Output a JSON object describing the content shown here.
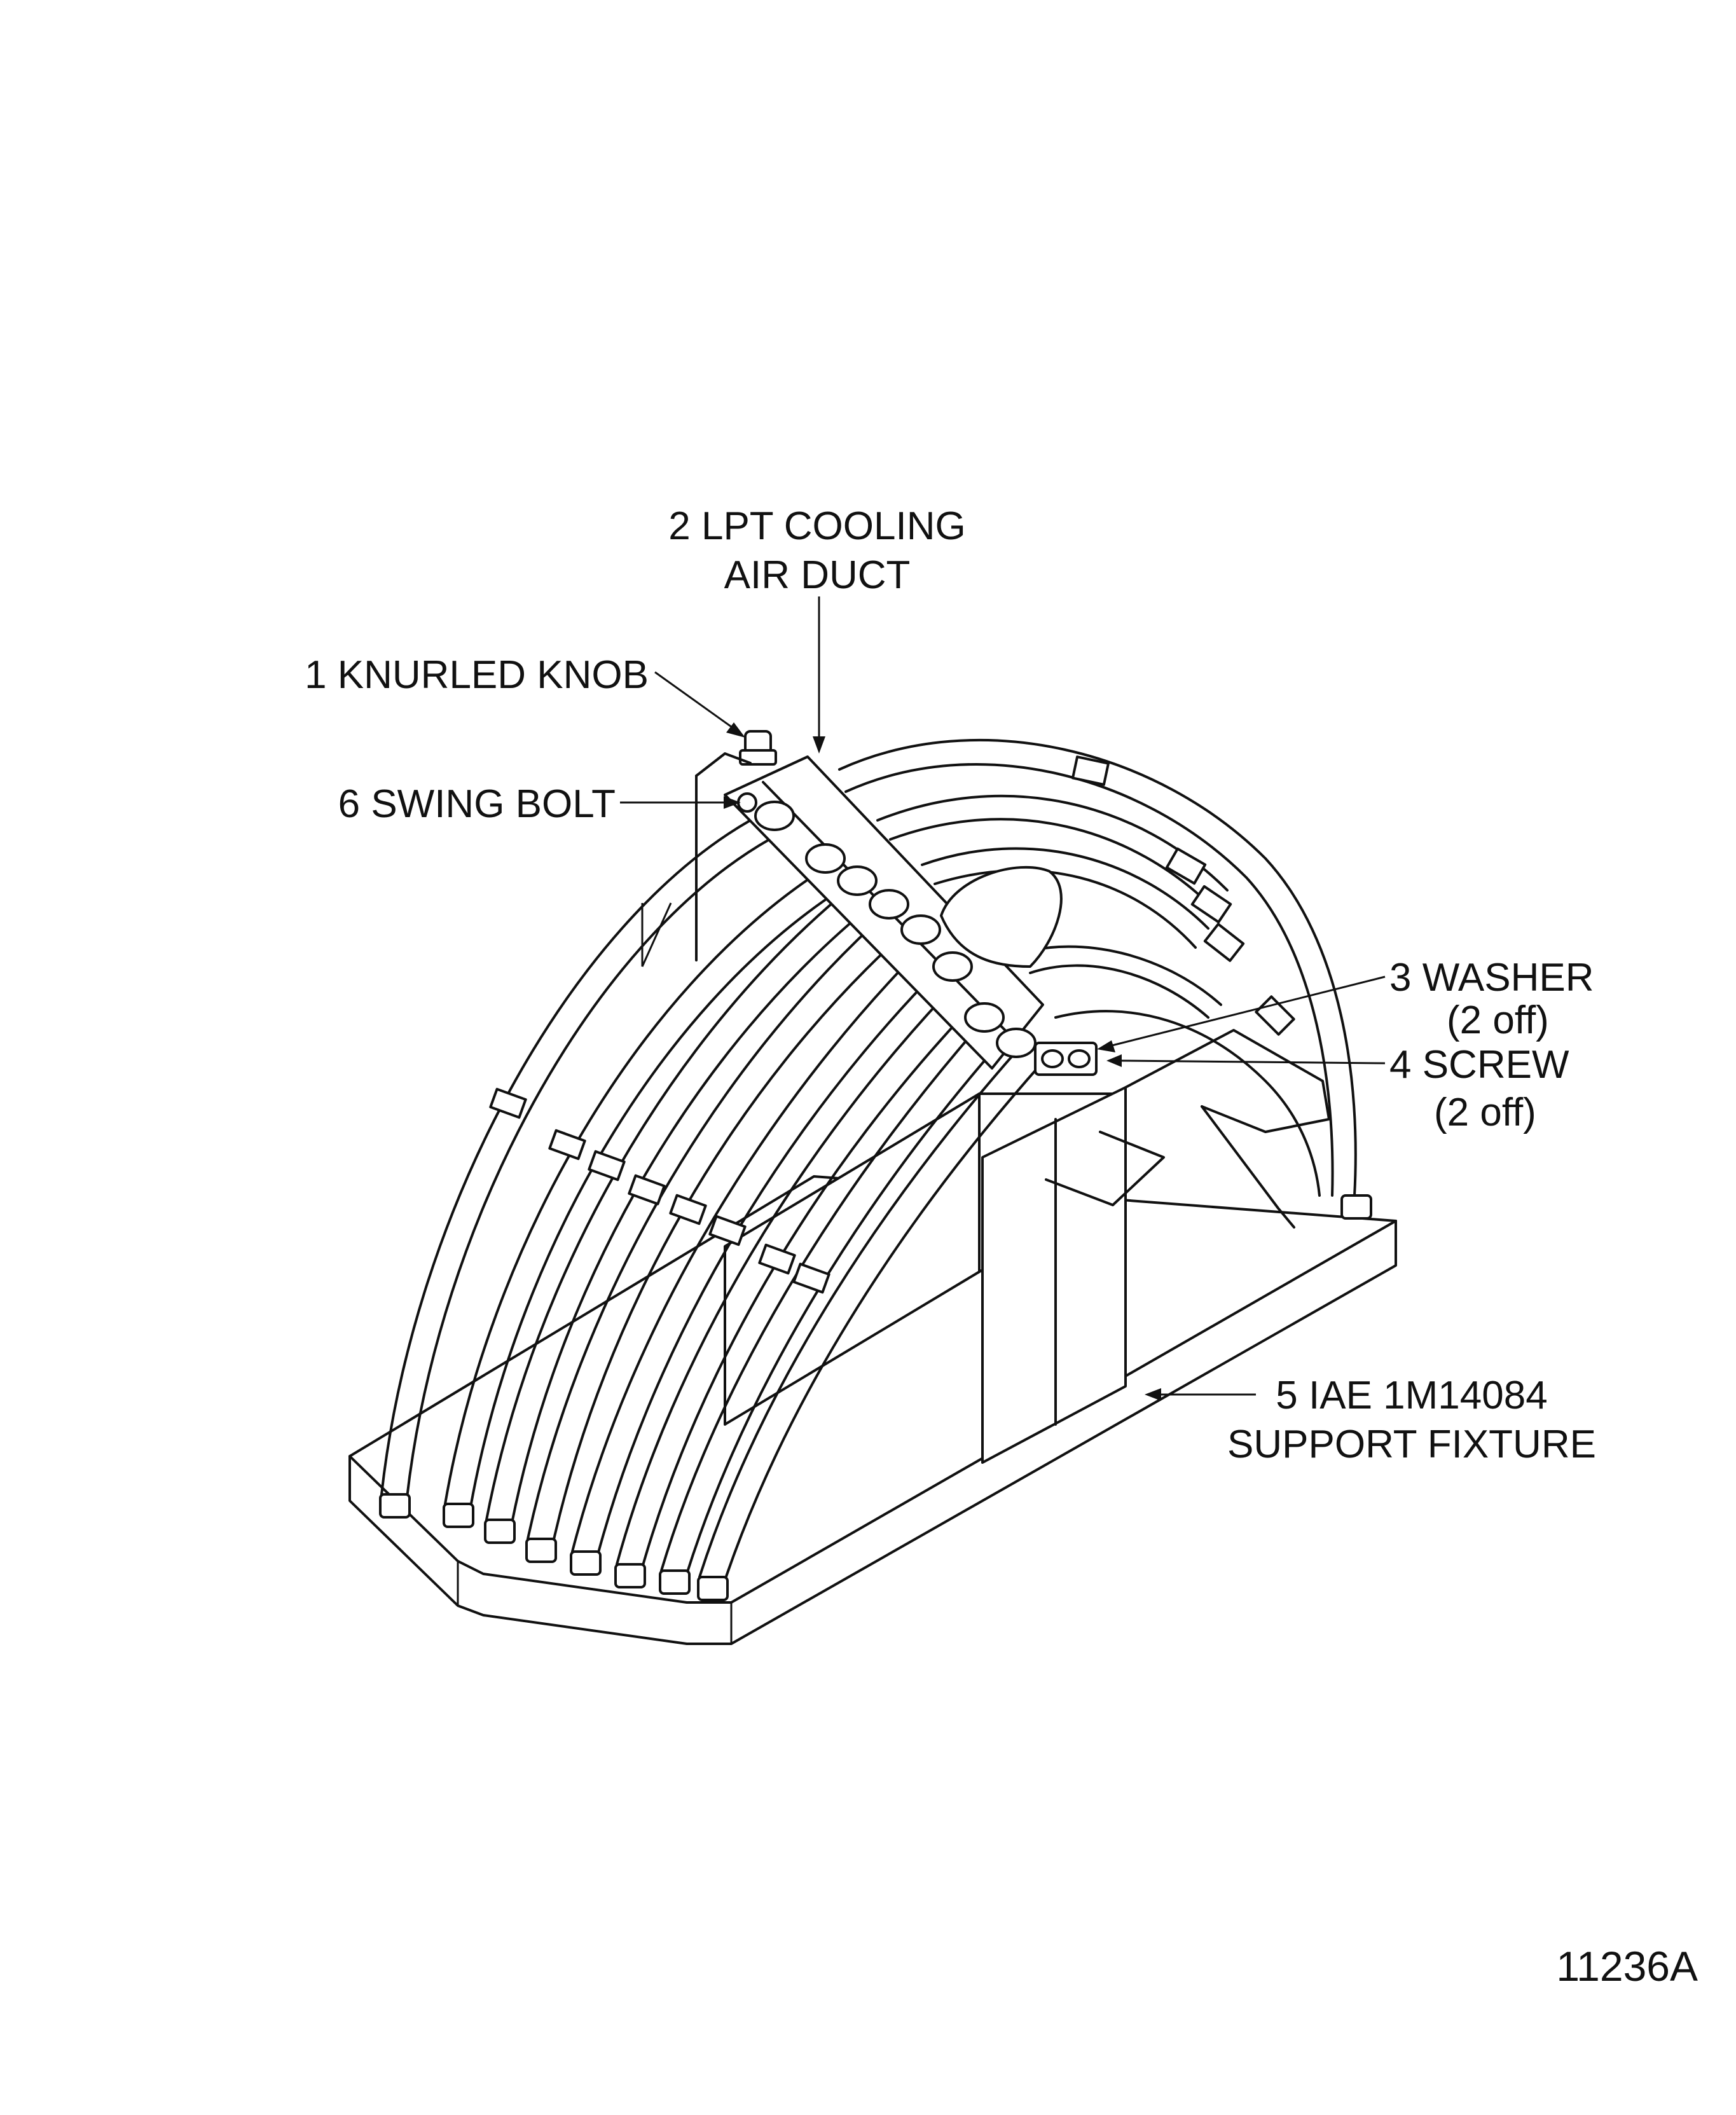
{
  "callouts": {
    "knurled_knob": "1  KNURLED KNOB",
    "duct_line1": "2  LPT COOLING",
    "duct_line2": "AIR DUCT",
    "washer_line1": "3  WASHER",
    "washer_line2": "(2 off)",
    "screw_line1": "4  SCREW",
    "screw_line2": "(2 off)",
    "fixture_line1": "5  IAE 1M14084",
    "fixture_line2": "SUPPORT FIXTURE",
    "swing_bolt": "6  SWING BOLT"
  },
  "figure_number": "11236A",
  "colors": {
    "ink": "#111111",
    "paper": "#ffffff"
  }
}
